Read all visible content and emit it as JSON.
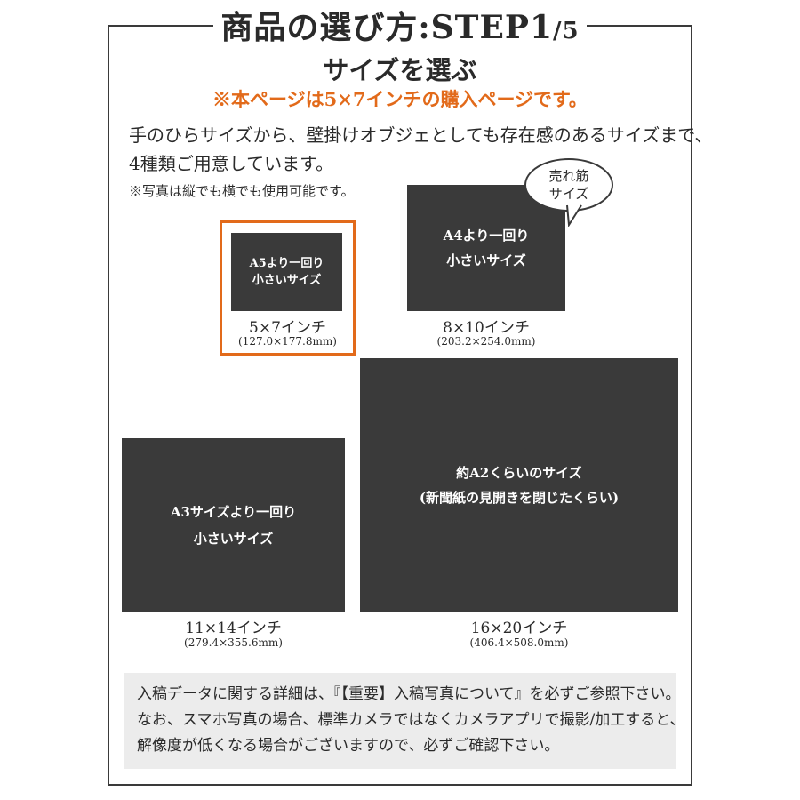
{
  "header": {
    "title_main": "商品の選び方:STEP1",
    "title_small": "/5",
    "subtitle": "サイズを選ぶ",
    "notice": "※本ページは5×7インチの購入ページです。"
  },
  "description": {
    "line1": "手のひらサイズから、壁掛けオブジェとしても存在感のあるサイズまで、",
    "line2": "4種類ご用意しています。",
    "note": "※写真は縦でも横でも使用可能です。"
  },
  "badge": {
    "line1": "売れ筋",
    "line2": "サイズ"
  },
  "sizes": [
    {
      "panel_line1": "A5より一回り",
      "panel_line2": "小さいサイズ",
      "label": "5×7インチ",
      "mm": "(127.0×177.8mm)",
      "selected": true
    },
    {
      "panel_line1": "A4より一回り",
      "panel_line2": "小さいサイズ",
      "label": "8×10インチ",
      "mm": "(203.2×254.0mm)",
      "selected": false
    },
    {
      "panel_line1": "A3サイズより一回り",
      "panel_line2": "小さいサイズ",
      "label": "11×14インチ",
      "mm": "(279.4×355.6mm)",
      "selected": false
    },
    {
      "panel_line1": "約A2くらいのサイズ",
      "panel_line2": "(新聞紙の見開きを閉じたくらい)",
      "label": "16×20インチ",
      "mm": "(406.4×508.0mm)",
      "selected": false
    }
  ],
  "info": {
    "line1": "入稿データに関する詳細は、『【重要】入稿写真について』を必ずご参照下さい。",
    "line2": "なお、スマホ写真の場合、標準カメラではなくカメラアプリで撮影/加工すると、",
    "line3": "解像度が低くなる場合がございますので、必ずご確認下さい。"
  },
  "colors": {
    "accent": "#e26a1a",
    "panel": "#3a3a3a",
    "infobox": "#ececec"
  }
}
